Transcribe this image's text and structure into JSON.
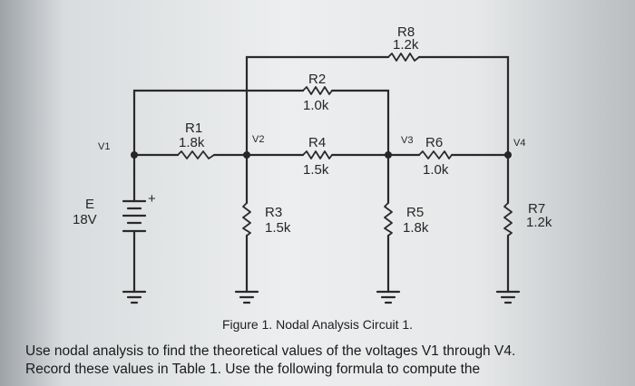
{
  "components": {
    "R1": {
      "name": "R1",
      "value": "1.8k"
    },
    "R2": {
      "name": "R2",
      "value": "1.0k"
    },
    "R3": {
      "name": "R3",
      "value": "1.5k"
    },
    "R4": {
      "name": "R4",
      "value": "1.5k"
    },
    "R5": {
      "name": "R5",
      "value": "1.8k"
    },
    "R6": {
      "name": "R6",
      "value": "1.0k"
    },
    "R7": {
      "name": "R7",
      "value": "1.2k"
    },
    "R8": {
      "name": "R8",
      "value": "1.2k"
    },
    "source": {
      "name": "E",
      "value": "18V",
      "plus": "+"
    }
  },
  "nodes": {
    "v1": "V1",
    "v2": "V2",
    "v3": "V3",
    "v4": "V4"
  },
  "caption": "Figure 1. Nodal Analysis Circuit 1.",
  "text": {
    "line1": "Use nodal analysis to find the theoretical values of the voltages V1 through V4.",
    "line2": "Record these values in Table 1. Use the following formula to compute the"
  }
}
